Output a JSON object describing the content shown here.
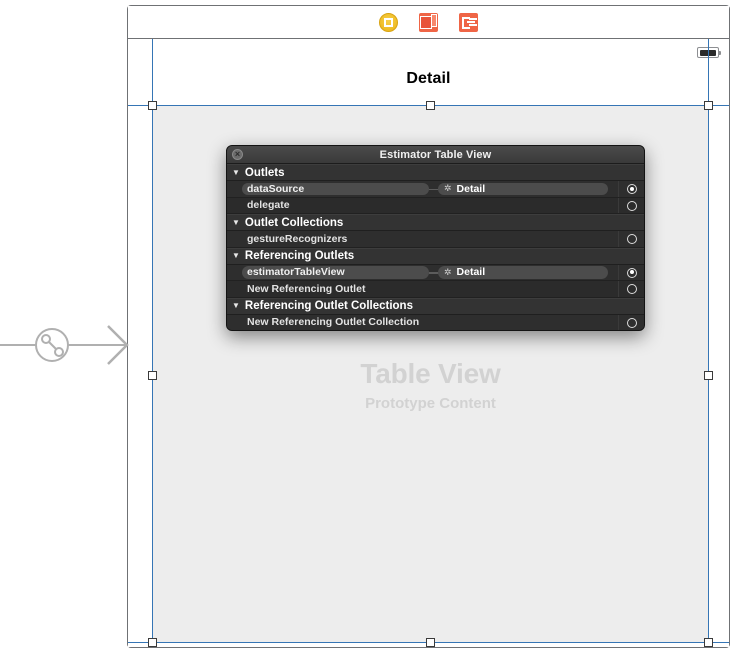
{
  "scene": {
    "title": "Detail",
    "dock_icons": [
      {
        "name": "view-controller-icon",
        "label": "View Controller"
      },
      {
        "name": "first-responder-icon",
        "label": "First Responder"
      },
      {
        "name": "exit-icon",
        "label": "Exit"
      }
    ],
    "status_bar": {
      "battery": "battery-icon"
    },
    "prototype": {
      "title": "Table View",
      "subtitle": "Prototype Content"
    },
    "segue": {
      "name": "segue-arrow",
      "kind": "show-segue"
    }
  },
  "inspector": {
    "title": "Estimator Table View",
    "close_label": "×",
    "groups": [
      {
        "label": "Outlets",
        "caret": "▼",
        "rows": [
          {
            "name": "dataSource",
            "connected": true,
            "target": "Detail",
            "target_glyph": "✲",
            "well_filled": true
          },
          {
            "name": "delegate",
            "connected": false,
            "target": "",
            "target_glyph": "",
            "well_filled": false
          }
        ]
      },
      {
        "label": "Outlet Collections",
        "caret": "▼",
        "rows": [
          {
            "name": "gestureRecognizers",
            "connected": false,
            "target": "",
            "target_glyph": "",
            "well_filled": false
          }
        ]
      },
      {
        "label": "Referencing Outlets",
        "caret": "▼",
        "rows": [
          {
            "name": "estimatorTableView",
            "connected": true,
            "target": "Detail",
            "target_glyph": "✲",
            "well_filled": true
          },
          {
            "name": "New Referencing Outlet",
            "connected": false,
            "target": "",
            "target_glyph": "",
            "well_filled": false
          }
        ]
      },
      {
        "label": "Referencing Outlet Collections",
        "caret": "▼",
        "rows": [
          {
            "name": "New Referencing Outlet Collection",
            "connected": false,
            "target": "",
            "target_glyph": "",
            "well_filled": false
          }
        ]
      }
    ]
  },
  "colors": {
    "selection_blue": "#3575b5",
    "hud_background": "#2b2b2b",
    "accent_orange": "#ef6546",
    "accent_yellow": "#f1c232",
    "watermark_grey": "#d2d2d2"
  }
}
